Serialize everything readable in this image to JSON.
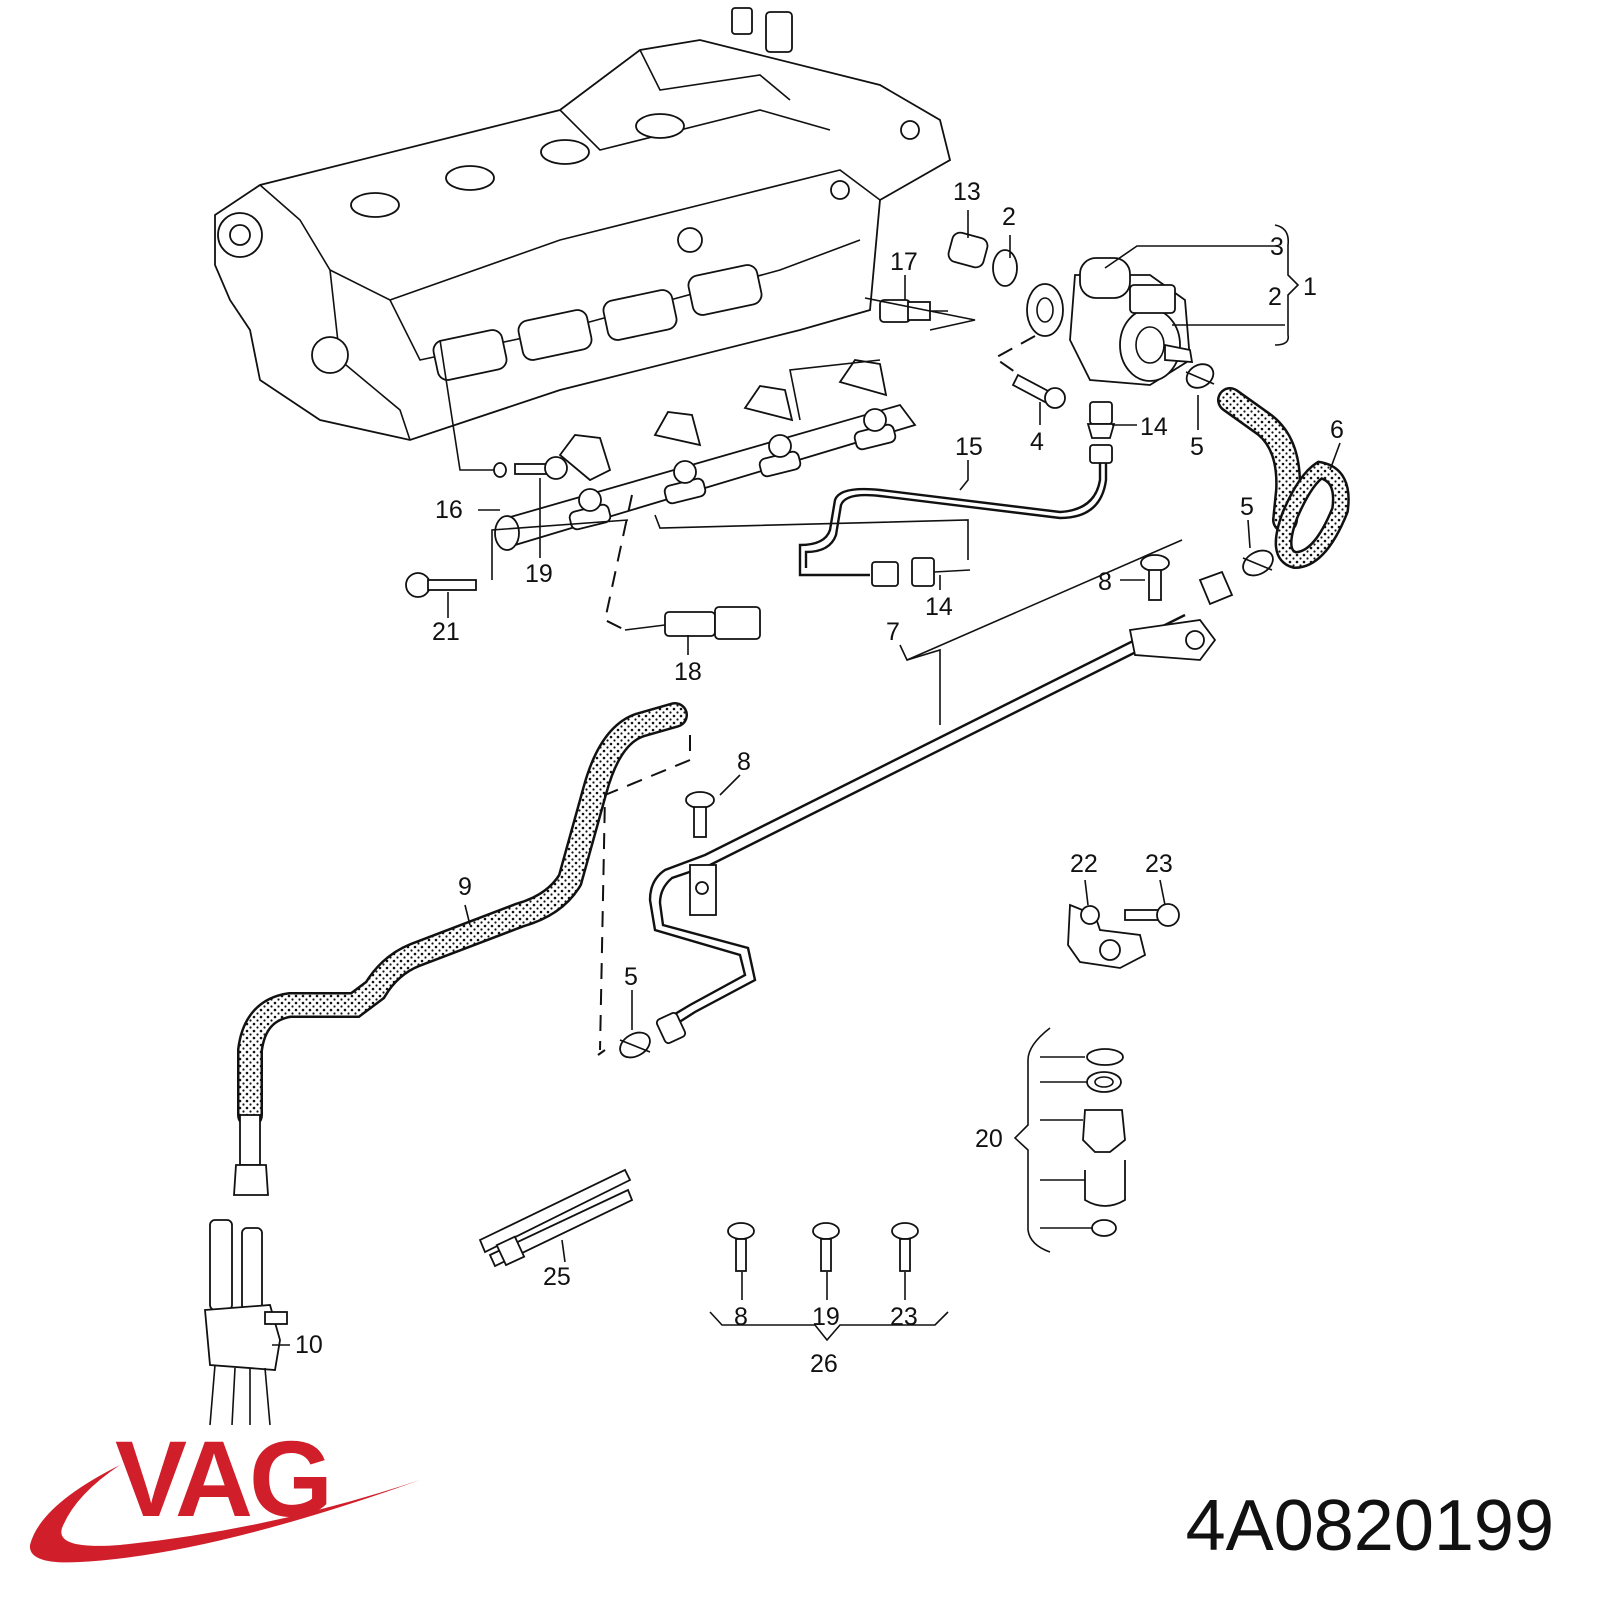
{
  "colors": {
    "brand": "#d01e2a",
    "ink": "#111111",
    "background": "#ffffff"
  },
  "brand": {
    "logo_text": "VAG"
  },
  "part_number": "4A0820199",
  "callouts": {
    "c1": "1",
    "c2a": "2",
    "c2b": "2",
    "c3": "3",
    "c4": "4",
    "c5a": "5",
    "c5b": "5",
    "c5c": "5",
    "c6": "6",
    "c7": "7",
    "c8a": "8",
    "c8b": "8",
    "c8c": "8",
    "c9": "9",
    "c10": "10",
    "c13": "13",
    "c14a": "14",
    "c14b": "14",
    "c15": "15",
    "c16": "16",
    "c17": "17",
    "c18": "18",
    "c19a": "19",
    "c19b": "19",
    "c20": "20",
    "c21": "21",
    "c22": "22",
    "c23a": "23",
    "c23b": "23",
    "c25": "25",
    "c26": "26"
  }
}
